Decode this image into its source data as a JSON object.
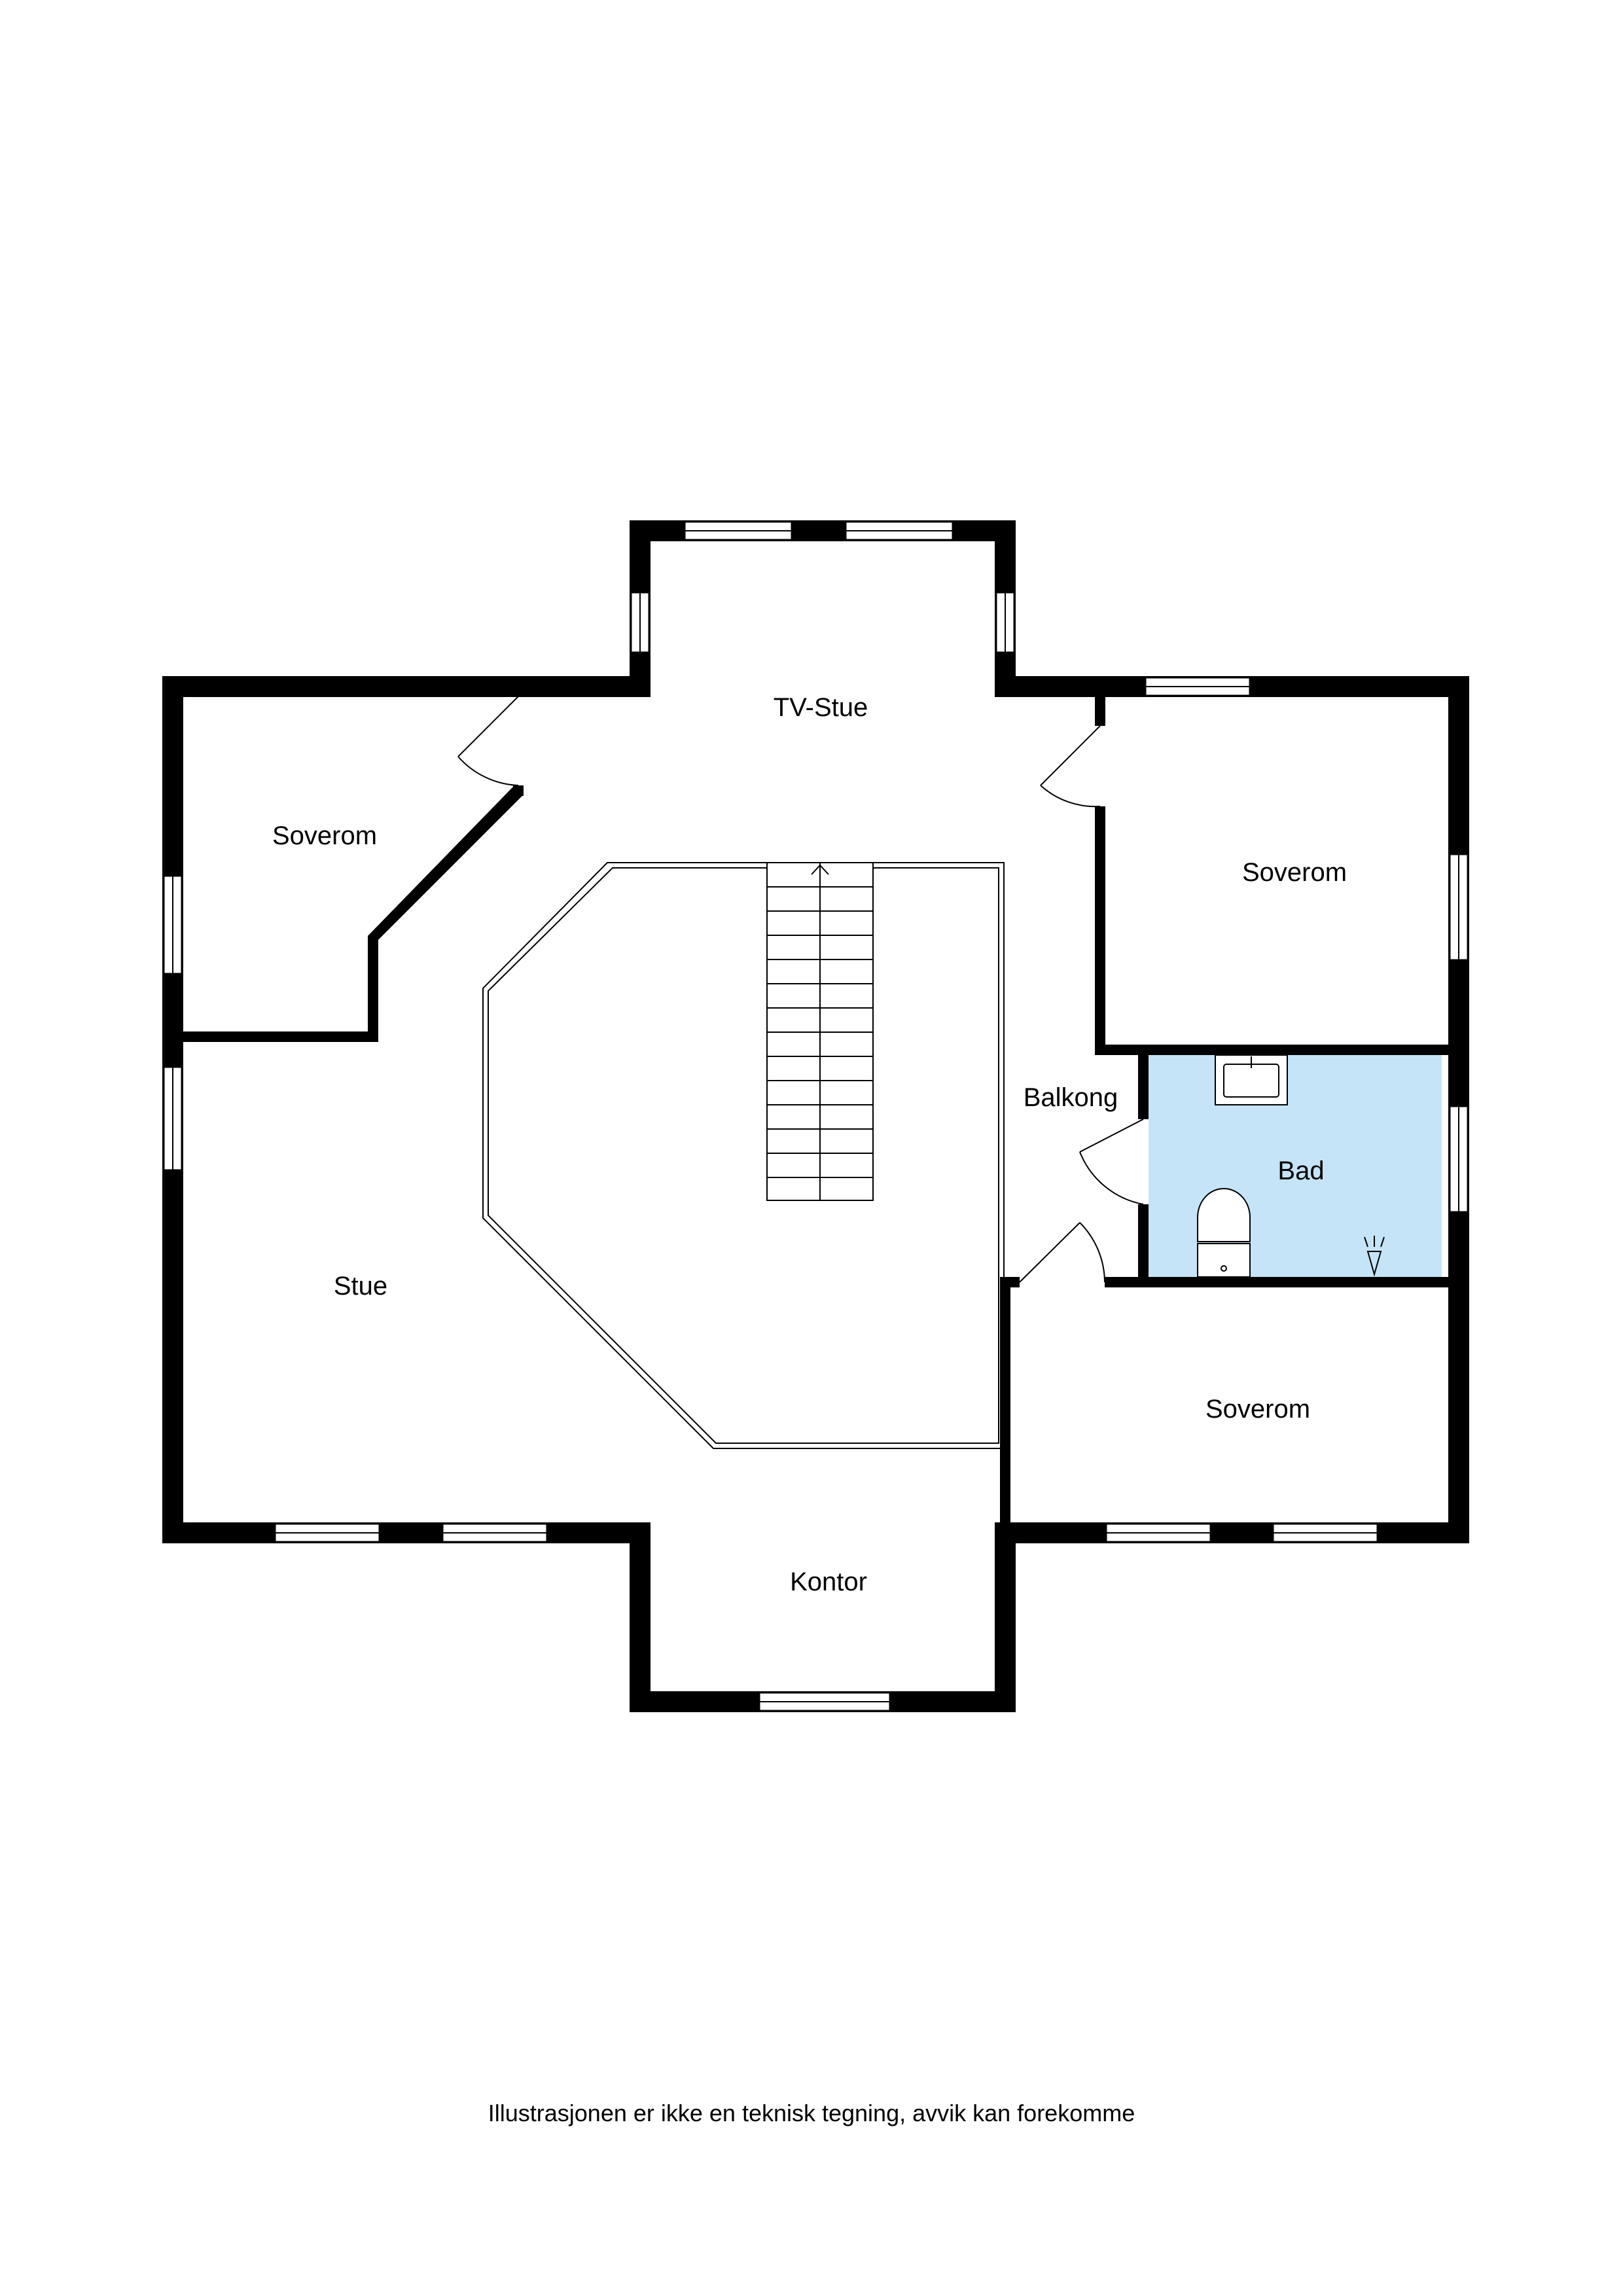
{
  "rooms": {
    "tv_stue": "TV-Stue",
    "soverom_nw": "Soverom",
    "soverom_ne": "Soverom",
    "balkong": "Balkong",
    "bad": "Bad",
    "stue": "Stue",
    "soverom_se": "Soverom",
    "kontor": "Kontor"
  },
  "disclaimer": "Illustrasjonen er ikke en teknisk tegning, avvik kan forekomme",
  "colors": {
    "wall": "#000000",
    "bathroom_fill": "#c5e4f7",
    "background": "#ffffff"
  }
}
